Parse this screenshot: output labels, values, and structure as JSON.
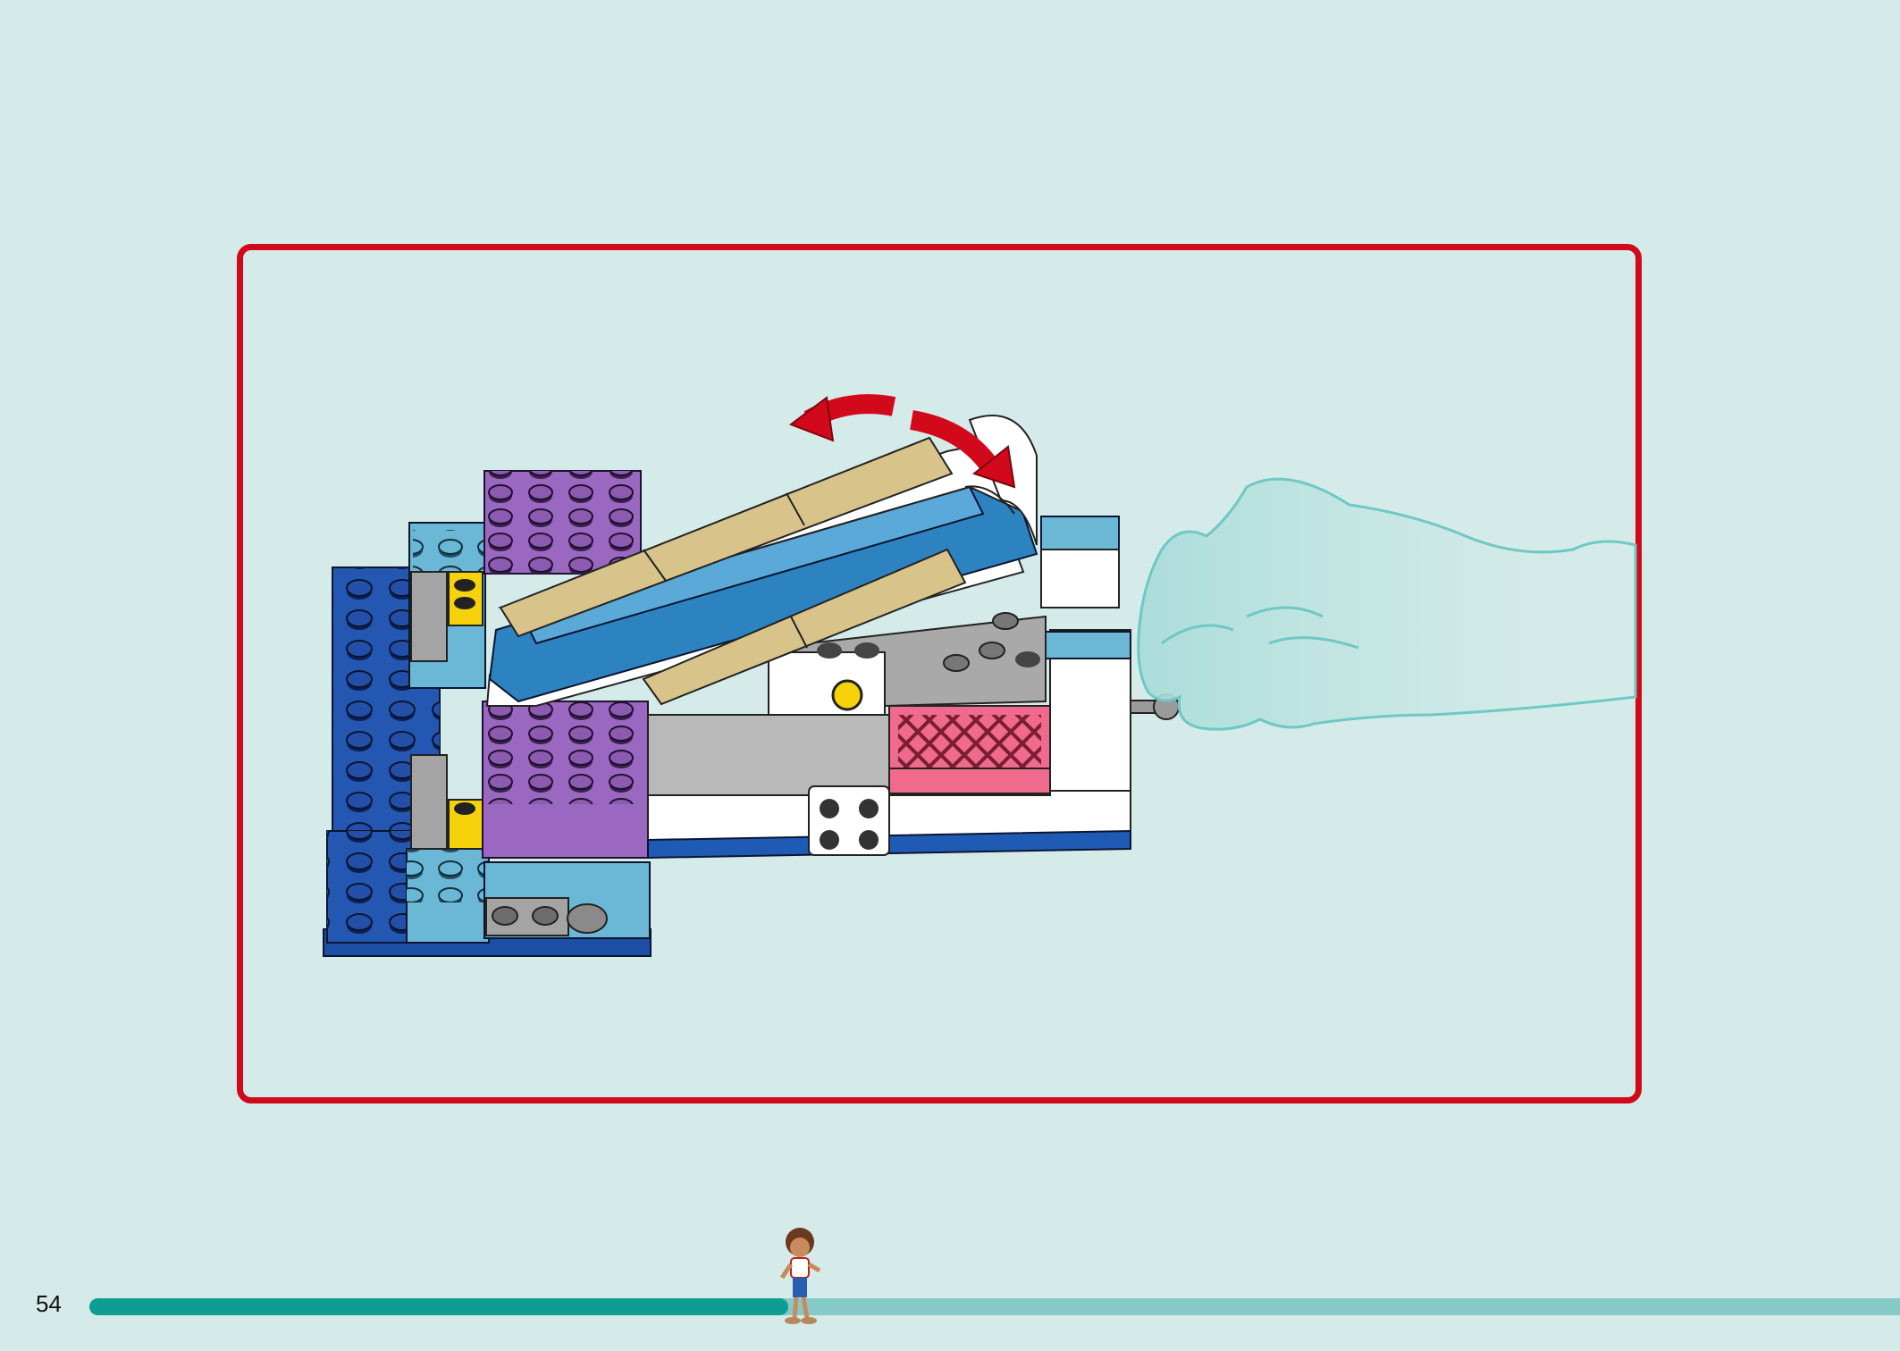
{
  "page": {
    "number": "54",
    "progress": 0.386
  },
  "colors": {
    "background": "#d5ebe9",
    "frame": "#d2091a",
    "progress_fill": "#0e9d94",
    "progress_track": "#85cac6",
    "arrow": "#d2091a",
    "hand": "#6ec8c4"
  },
  "illustration": {
    "motion_arrow": "curved-double-arrow",
    "hand": "push-hand"
  }
}
